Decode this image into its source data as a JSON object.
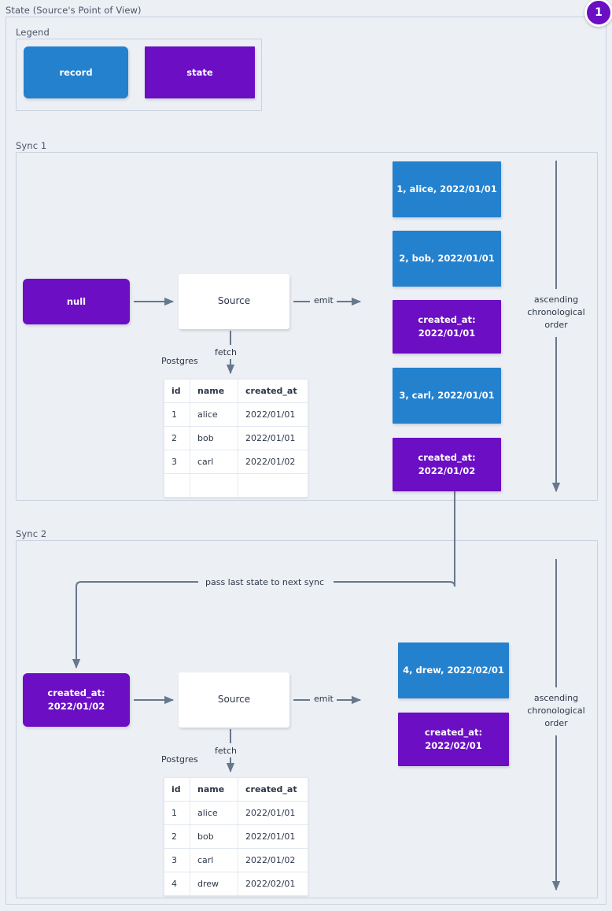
{
  "title": "State (Source's Point of View)",
  "badge": {
    "label": "1"
  },
  "legend": {
    "title": "Legend",
    "items": [
      {
        "label": "record",
        "color": "#2481ce",
        "kind": "record"
      },
      {
        "label": "state",
        "color": "#6b0ec4",
        "kind": "state"
      }
    ]
  },
  "colors": {
    "record": "#2481ce",
    "state": "#6b0ec4",
    "canvas": "#eceff4",
    "border": "#c9d2de",
    "edge": "#67788c",
    "text": "#2d3748",
    "label": "#4a5568",
    "process_bg": "#ffffff"
  },
  "sync1": {
    "title": "Sync 1",
    "state_in": "null",
    "process": "Source",
    "fetch_label": "fetch",
    "db_label": "Postgres",
    "emit_label": "emit",
    "order_label": "ascending chronological order",
    "table": {
      "columns": [
        "id",
        "name",
        "created_at"
      ],
      "rows": [
        [
          "1",
          "alice",
          "2022/01/01"
        ],
        [
          "2",
          "bob",
          "2022/01/01"
        ],
        [
          "3",
          "carl",
          "2022/01/02"
        ],
        [
          "",
          "",
          ""
        ]
      ]
    },
    "emitted": [
      {
        "kind": "record",
        "line1": "1, alice, 2022/01/01",
        "line2": ""
      },
      {
        "kind": "record",
        "line1": "2, bob, 2022/01/01",
        "line2": ""
      },
      {
        "kind": "state",
        "line1": "created_at:",
        "line2": "2022/01/01"
      },
      {
        "kind": "record",
        "line1": "3, carl, 2022/01/01",
        "line2": ""
      },
      {
        "kind": "state",
        "line1": "created_at:",
        "line2": "2022/01/02"
      }
    ]
  },
  "pass_state_label": "pass last state to next sync",
  "sync2": {
    "title": "Sync 2",
    "state_in_line1": "created_at:",
    "state_in_line2": "2022/01/02",
    "process": "Source",
    "fetch_label": "fetch",
    "db_label": "Postgres",
    "emit_label": "emit",
    "order_label": "ascending chronological order",
    "table": {
      "columns": [
        "id",
        "name",
        "created_at"
      ],
      "rows": [
        [
          "1",
          "alice",
          "2022/01/01"
        ],
        [
          "2",
          "bob",
          "2022/01/01"
        ],
        [
          "3",
          "carl",
          "2022/01/02"
        ],
        [
          "4",
          "drew",
          "2022/02/01"
        ]
      ]
    },
    "emitted": [
      {
        "kind": "record",
        "line1": "4, drew, 2022/02/01",
        "line2": ""
      },
      {
        "kind": "state",
        "line1": "created_at:",
        "line2": "2022/02/01"
      }
    ]
  }
}
